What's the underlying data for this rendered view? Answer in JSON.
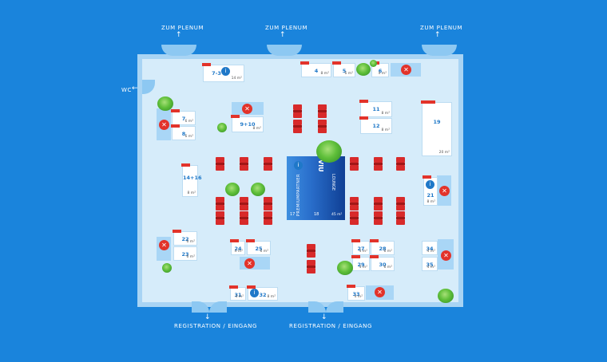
{
  "labels": {
    "plenum": "ZUM PLENUM",
    "wc": "WC",
    "registration": "REGISTRATION / EINGANG"
  },
  "premium": {
    "logo": "VIU",
    "title": "PREMIUMPARTNER",
    "subtitle": "LOUNGE",
    "left_num": "17",
    "right_num": "18",
    "size": "45 m²"
  },
  "booths": [
    {
      "id": "7-3",
      "size": "14 m²"
    },
    {
      "id": "4",
      "size": "8 m²"
    },
    {
      "id": "5",
      "size": "6 m²"
    },
    {
      "id": "6",
      "size": "4 m²"
    },
    {
      "id": "7",
      "size": "6 m²"
    },
    {
      "id": "8",
      "size": "6 m²"
    },
    {
      "id": "9+10",
      "size": "8 m²"
    },
    {
      "id": "11",
      "size": "8 m²"
    },
    {
      "id": "12",
      "size": "8 m²"
    },
    {
      "id": "19",
      "size": "20 m²"
    },
    {
      "id": "14+16",
      "size": "8 m²"
    },
    {
      "id": "21",
      "size": "8 m²"
    },
    {
      "id": "22",
      "size": "6 m²"
    },
    {
      "id": "23",
      "size": "6 m²"
    },
    {
      "id": "24",
      "size": "4 m²"
    },
    {
      "id": "25",
      "size": "6 m²"
    },
    {
      "id": "27",
      "size": "4 m²"
    },
    {
      "id": "28",
      "size": "6 m²"
    },
    {
      "id": "29",
      "size": "4 m²"
    },
    {
      "id": "30",
      "size": "6 m²"
    },
    {
      "id": "34",
      "size": "4 m²"
    },
    {
      "id": "35",
      "size": "4 m²"
    },
    {
      "id": "31",
      "size": "4 m²"
    },
    {
      "id": "32",
      "size": "8 m²"
    },
    {
      "id": "33",
      "size": "4 m²"
    }
  ],
  "icons": {
    "catering": "fork-knife-icon",
    "info": "info-icon",
    "plant": "plant-icon"
  },
  "colors": {
    "background": "#1A84DC",
    "floor": "#D6ECFA",
    "booth": "#FFFFFF",
    "sold_tag": "#E2332A",
    "chair": "#D82A2A",
    "premium": "#0F3F94"
  }
}
